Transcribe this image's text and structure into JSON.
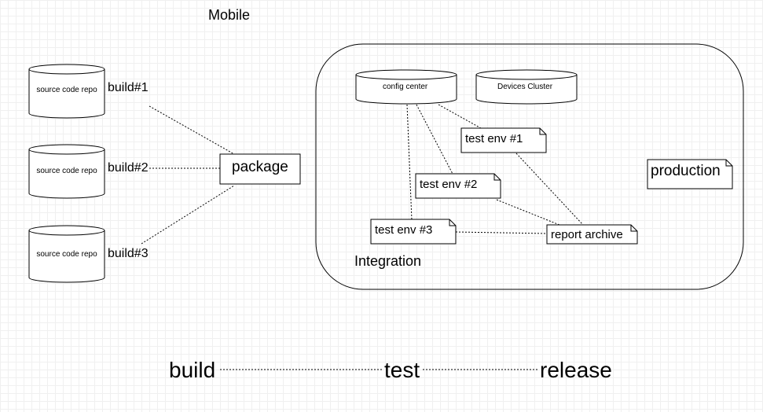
{
  "title": "Mobile",
  "sources": [
    {
      "label": "source code repo",
      "build": "build#1"
    },
    {
      "label": "source code repo",
      "build": "build#2"
    },
    {
      "label": "source code repo",
      "build": "build#3"
    }
  ],
  "package": "package",
  "integration": {
    "label": "Integration",
    "config_center": "config center",
    "devices_cluster": "Devices Cluster",
    "test_envs": [
      "test env #1",
      "test env #2",
      "test env #3"
    ],
    "report_archive": "report archive",
    "production": "production"
  },
  "pipeline": {
    "build": "build",
    "test": "test",
    "release": "release"
  }
}
